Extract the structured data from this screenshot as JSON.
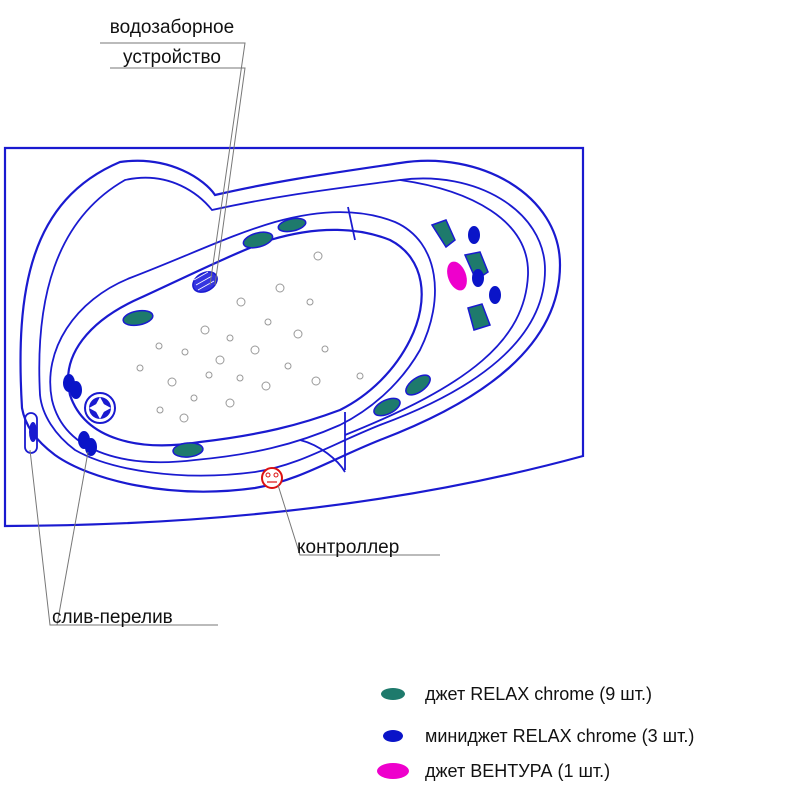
{
  "callouts": {
    "intake_line1": "водозаборное",
    "intake_line2": "устройство",
    "controller": "контроллер",
    "drain": "слив-перелив"
  },
  "legend": [
    {
      "label": "джет RELAX chrome (9 шт.)",
      "color": "#1e7a6c"
    },
    {
      "label": "миниджет RELAX chrome (3 шт.)",
      "color": "#0a14c8"
    },
    {
      "label": "джет ВЕНТУРА (1 шт.)",
      "color": "#ee00cc"
    }
  ],
  "colors": {
    "outline": "#1a1ad0",
    "jet": "#1e7a6c",
    "minijet": "#0a14c8",
    "ventura": "#ee00cc",
    "controller": "#dd1111",
    "air_hole": "#aaaaaa"
  }
}
